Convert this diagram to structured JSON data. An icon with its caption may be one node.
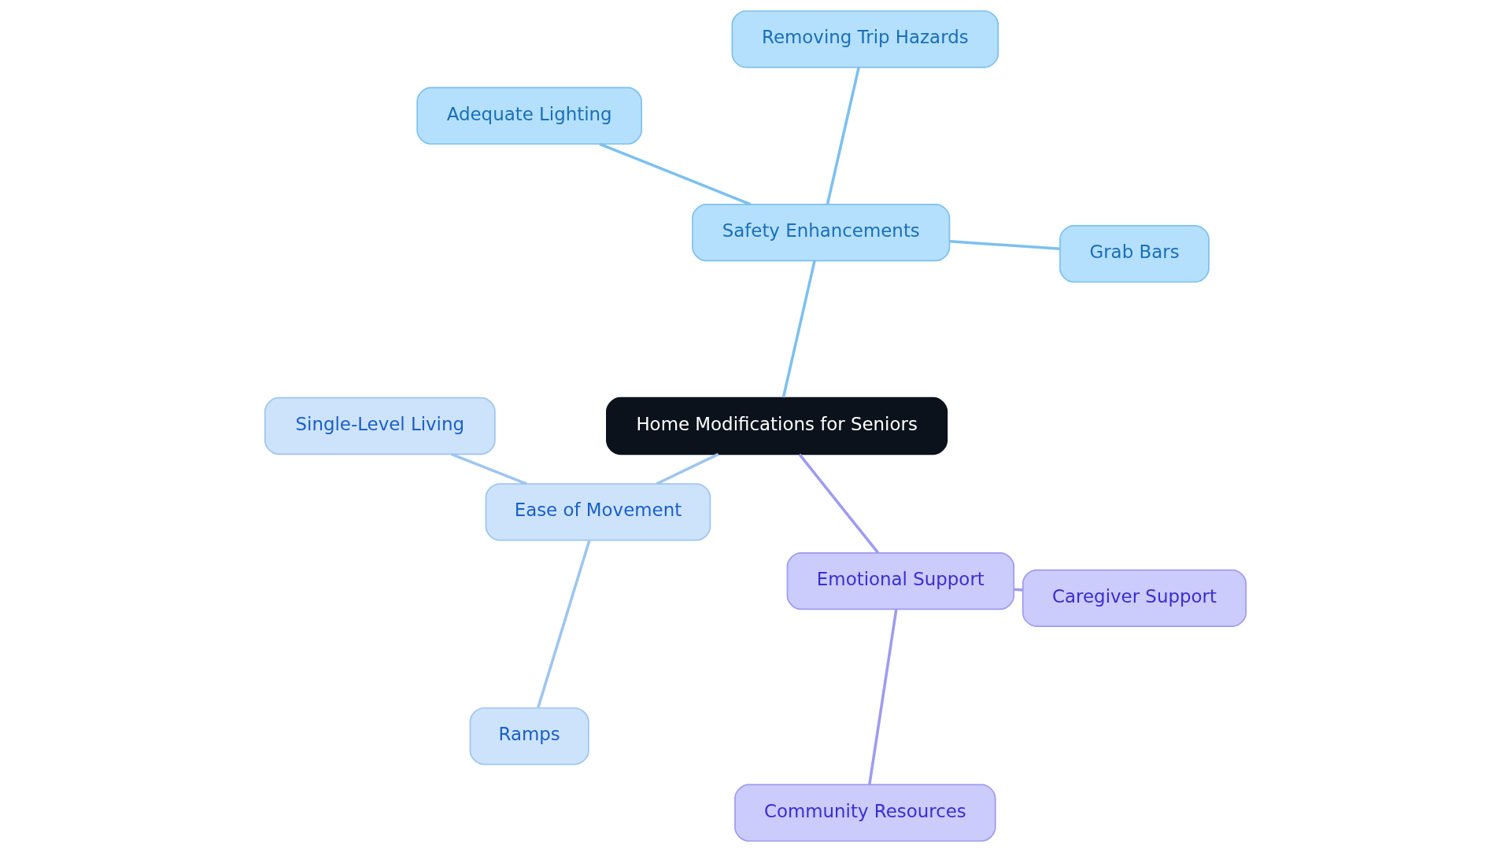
{
  "diagram": {
    "nodes": [
      {
        "text": [
          "Home Modifications for Seniors"
        ]
      },
      {
        "text": [
          "Safety Enhancements"
        ]
      },
      {
        "text": [
          "Grab Bars"
        ]
      },
      {
        "text": [
          "Removing Trip Hazards"
        ]
      },
      {
        "text": [
          "Adequate Lighting"
        ]
      },
      {
        "text": [
          "Ease of Movement"
        ]
      },
      {
        "text": [
          "Single-Level Living"
        ]
      },
      {
        "text": [
          "Ramps"
        ]
      },
      {
        "text": [
          "Emotional Support"
        ]
      },
      {
        "text": [
          "Community Resources"
        ]
      },
      {
        "text": [
          "Caregiver Support"
        ]
      }
    ],
    "edges": [
      {
        "from": 0,
        "to": 1,
        "arrow": "none"
      },
      {
        "from": 1,
        "to": 2,
        "arrow": "none"
      },
      {
        "from": 1,
        "to": 3,
        "arrow": "none"
      },
      {
        "from": 1,
        "to": 4,
        "arrow": "none"
      },
      {
        "from": 0,
        "to": 5,
        "arrow": "none",
        "color": "#9ec5ef"
      },
      {
        "from": 5,
        "to": 6,
        "arrow": "none",
        "color": "#9ec5ef"
      },
      {
        "from": 5,
        "to": 7,
        "arrow": "none",
        "color": "#9ec5ef"
      },
      {
        "from": 0,
        "to": 8,
        "arrow": "none",
        "color": "#9e9cef"
      },
      {
        "from": 8,
        "to": 9,
        "arrow": "none",
        "color": "#9e9cef"
      },
      {
        "from": 8,
        "to": 10,
        "arrow": "none",
        "color": "#9e9cef"
      }
    ]
  }
}
